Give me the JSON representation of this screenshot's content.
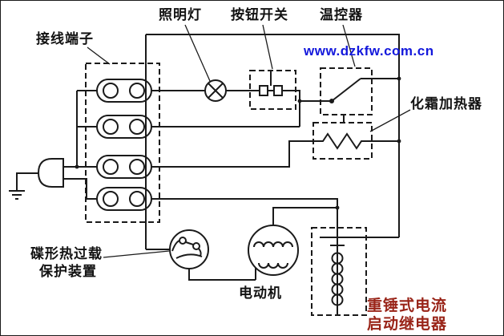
{
  "diagram": {
    "labels": {
      "terminal_block": "接线端子",
      "lamp": "照明灯",
      "push_button_switch": "按钮开关",
      "thermostat": "温控器",
      "defrost_heater": "化霜加热器",
      "overload_protector_line1": "碟形热过载",
      "overload_protector_line2": "保护装置",
      "motor": "电动机",
      "start_relay_line1": "重锤式电流",
      "start_relay_line2": "启动继电器"
    },
    "watermark": {
      "text": "www.dzkfw.com.cn",
      "color": "#1318dc"
    },
    "colors": {
      "wire": "#1a1a1a",
      "label_text": "#121212",
      "relay_label_text": "#992418",
      "background": "#ffffff"
    }
  }
}
